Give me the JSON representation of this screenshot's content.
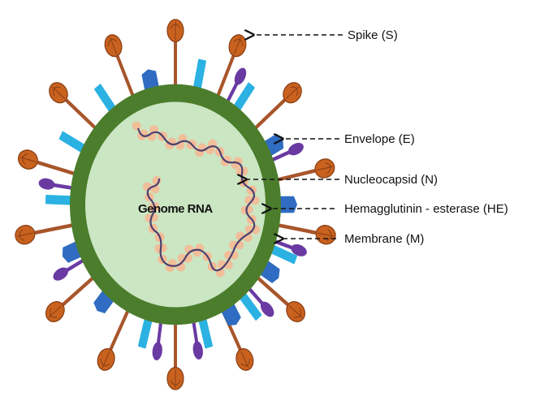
{
  "title": "Coronavirus structure",
  "center_label": "Genome RNA",
  "labels": [
    {
      "id": "spike",
      "text": "Spike (S)"
    },
    {
      "id": "envelope",
      "text": "Envelope (E)"
    },
    {
      "id": "nucleocapsid",
      "text": "Nucleocapsid (N)"
    },
    {
      "id": "hemagglutinin",
      "text": "Hemagglutinin - esterase (HE)"
    },
    {
      "id": "membrane",
      "text": "Membrane (M)"
    }
  ],
  "colors": {
    "envelope_ring": "#4b7d2c",
    "interior": "#cbe6c2",
    "spike_stem": "#a8552b",
    "spike_head": "#c9621f",
    "membrane_protein": "#2bb2e3",
    "he_protein": "#2f6cc2",
    "envelope_protein": "#6a3aa3",
    "nucleocapsid_bead": "#f5b996",
    "rna": "#4b4270"
  }
}
